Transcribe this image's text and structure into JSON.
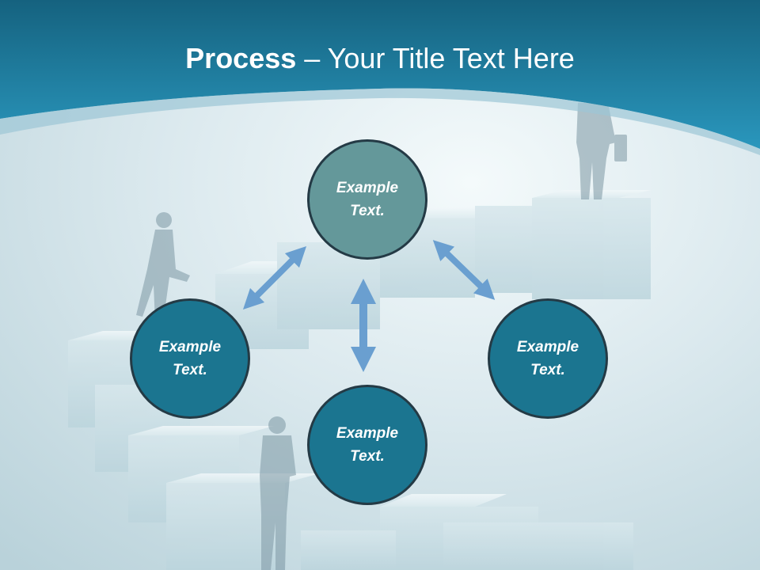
{
  "title": {
    "bold": "Process",
    "rest": " – Your Title Text Here"
  },
  "nodes": {
    "top": {
      "line1": "Example",
      "line2": "Text."
    },
    "left": {
      "line1": "Example",
      "line2": "Text."
    },
    "right": {
      "line1": "Example",
      "line2": "Text."
    },
    "bottom": {
      "line1": "Example",
      "line2": "Text."
    }
  },
  "colors": {
    "header": "#1b7ea3",
    "background": "#d9e8ec",
    "top_circle": "#64989a",
    "circle": "#1b7590",
    "circle_border": "#243a45",
    "arrow": "#6a9fd0"
  }
}
